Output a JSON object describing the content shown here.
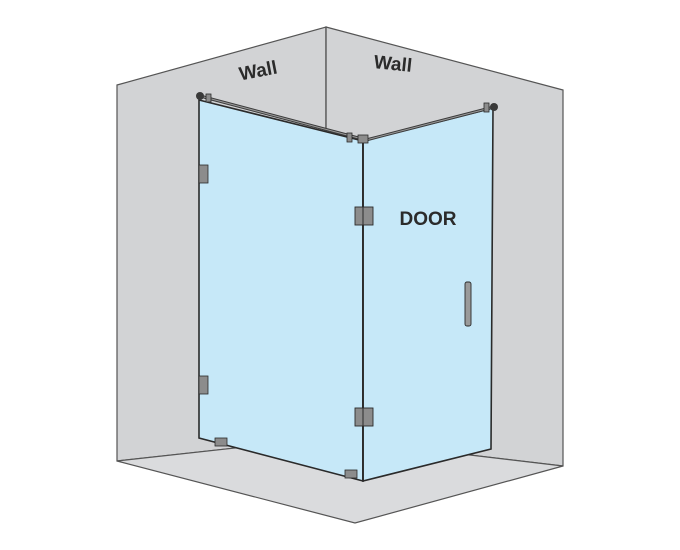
{
  "labels": {
    "left_wall": "Wall",
    "right_wall": "Wall",
    "door": "DOOR"
  },
  "colors": {
    "wall_fill": "#d2d3d5",
    "floor_fill": "#dadbdd",
    "wall_stroke": "#555555",
    "glass_fill": "#c6e8f8",
    "glass_stroke": "#2a2a2a",
    "hardware": "#8c8c8c",
    "rail": "#3a3a3a"
  },
  "icons": {
    "hinges": "hinge-icon",
    "clamps": "wall-clamp-icon",
    "handle": "door-handle-icon",
    "support_bar": "support-rail-icon"
  }
}
